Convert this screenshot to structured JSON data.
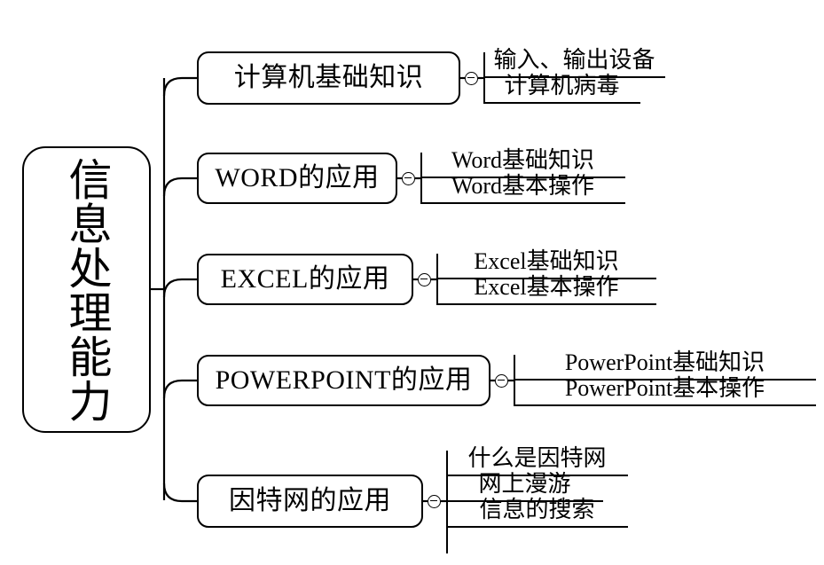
{
  "diagram": {
    "title": "信息处理能力思维导图",
    "type": "mind-map",
    "colors": {
      "stroke": "#000000",
      "background": "#ffffff",
      "text": "#000000"
    },
    "root": {
      "label": "信息处理能力",
      "orientation": "vertical"
    },
    "toggle_icon": "collapse-minus-icon",
    "branches": [
      {
        "label": "计算机基础知识",
        "toggle": "collapse-minus-icon",
        "children": [
          {
            "label": "输入、输出设备"
          },
          {
            "label": "计算机病毒"
          }
        ]
      },
      {
        "label": "WORD的应用",
        "toggle": "collapse-minus-icon",
        "children": [
          {
            "label": "Word基础知识"
          },
          {
            "label": "Word基本操作"
          }
        ]
      },
      {
        "label": "EXCEL的应用",
        "toggle": "collapse-minus-icon",
        "children": [
          {
            "label": "Excel基础知识"
          },
          {
            "label": "Excel基本操作"
          }
        ]
      },
      {
        "label": "POWERPOINT的应用",
        "toggle": "collapse-minus-icon",
        "children": [
          {
            "label": "PowerPoint基础知识"
          },
          {
            "label": "PowerPoint基本操作"
          }
        ]
      },
      {
        "label": "因特网的应用",
        "toggle": "collapse-minus-icon",
        "children": [
          {
            "label": "什么是因特网"
          },
          {
            "label": "网上漫游"
          },
          {
            "label": "信息的搜索"
          }
        ]
      }
    ]
  }
}
